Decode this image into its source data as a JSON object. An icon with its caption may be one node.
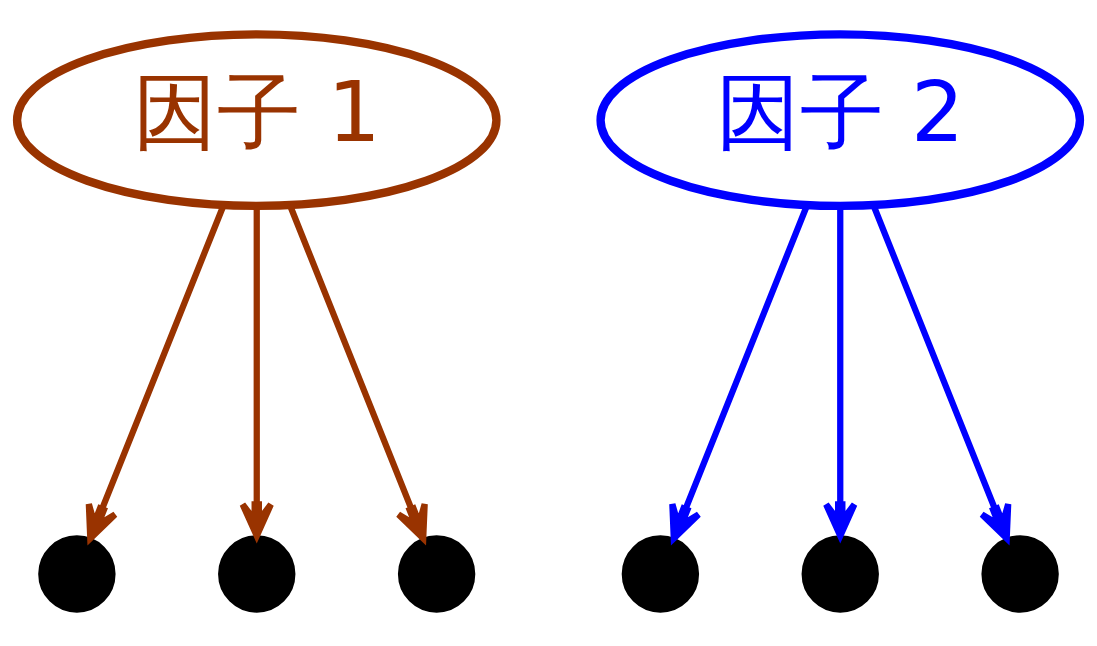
{
  "diagram": {
    "nodes": [
      {
        "text": [
          "因子 1"
        ]
      },
      {
        "text": [
          "因子 2"
        ]
      },
      {
        "text": [],
        "shape": "circle"
      },
      {
        "text": [],
        "shape": "circle"
      },
      {
        "text": [],
        "shape": "circle"
      },
      {
        "text": [],
        "shape": "circle"
      },
      {
        "text": [],
        "shape": "circle"
      },
      {
        "text": [],
        "shape": "circle"
      }
    ],
    "edges": [
      {
        "from": 0,
        "to": 2,
        "arrow": "to",
        "color": "#993300"
      },
      {
        "from": 0,
        "to": 3,
        "arrow": "to",
        "color": "#993300"
      },
      {
        "from": 0,
        "to": 4,
        "arrow": "to",
        "color": "#993300"
      },
      {
        "from": 1,
        "to": 5,
        "arrow": "to",
        "color": "#0000ff"
      },
      {
        "from": 1,
        "to": 6,
        "arrow": "to",
        "color": "#0000ff"
      },
      {
        "from": 1,
        "to": 7,
        "arrow": "to",
        "color": "#0000ff"
      }
    ]
  }
}
